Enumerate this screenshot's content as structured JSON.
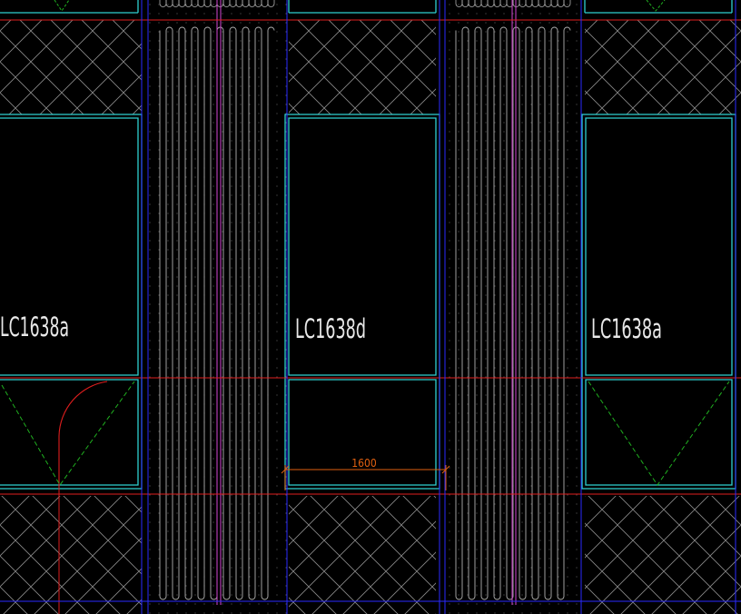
{
  "drawing": {
    "background": "#000000",
    "colors": {
      "window_frame": "#2fd0d0",
      "axis_red": "#e01e1e",
      "axis_blue": "#2a2aff",
      "hatch": "#8a8a8a",
      "pipe": "#b0b0b0",
      "pipe_center": "#c040c0",
      "swing_arc": "#e01e1e",
      "swing_v": "#20b020",
      "dimension": "#e06010"
    },
    "windows": [
      {
        "label": "LC1638a",
        "opening": "arc-v"
      },
      {
        "label": "LC1638d",
        "opening": "none"
      },
      {
        "label": "LC1638a",
        "opening": "v"
      }
    ],
    "dimension": {
      "value": "1600"
    }
  }
}
